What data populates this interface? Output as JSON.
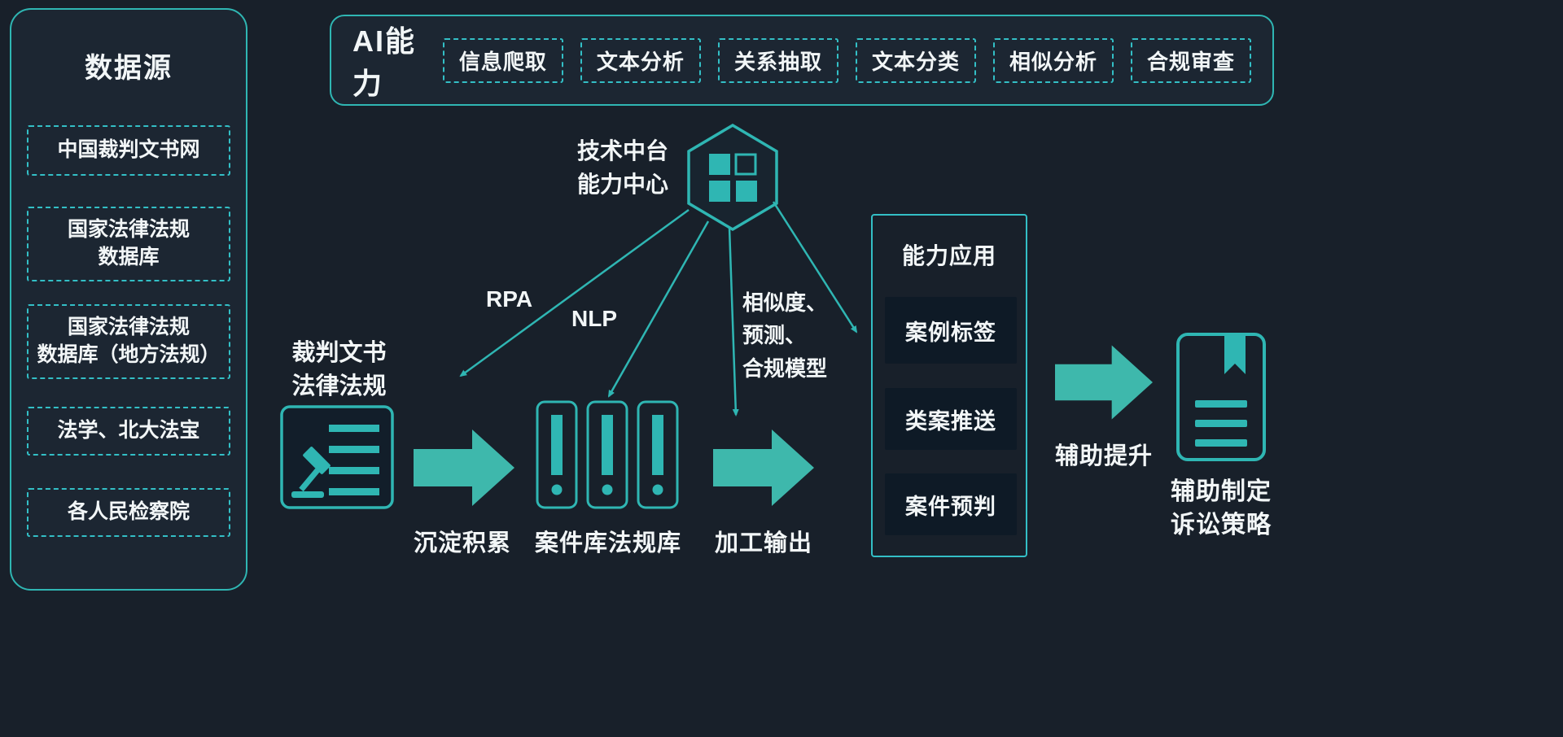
{
  "palette": {
    "bg": "#18202a",
    "panel_bg": "#1c2632",
    "teal": "#2fb6b3",
    "cyan": "#33bfc6",
    "arrow": "#3eb8ac",
    "text": "#f2f6f7",
    "dark_box": "#0e1a26"
  },
  "left_panel": {
    "title": "数据源",
    "items": [
      "中国裁判文书网",
      "国家法律法规\n数据库",
      "国家法律法规\n数据库（地方法规）",
      "法学、北大法宝",
      "各人民检察院"
    ]
  },
  "ai_panel": {
    "label": "AI能力",
    "capabilities": [
      "信息爬取",
      "文本分析",
      "关系抽取",
      "文本分类",
      "相似分析",
      "合规审查"
    ]
  },
  "platform": {
    "label": "技术中台\n能力中心"
  },
  "connectors": {
    "rpa": "RPA",
    "nlp": "NLP",
    "models": "相似度、\n预测、\n合规模型"
  },
  "flow": {
    "source_label": "裁判文书\n法律法规",
    "step1_label": "沉淀积累",
    "library_label": "案件库法规库",
    "step2_label": "加工输出",
    "capability_box": {
      "title": "能力应用",
      "items": [
        "案例标签",
        "类案推送",
        "案件预判"
      ]
    },
    "step3_label": "辅助提升",
    "result_label": "辅助制定\n诉讼策略"
  }
}
